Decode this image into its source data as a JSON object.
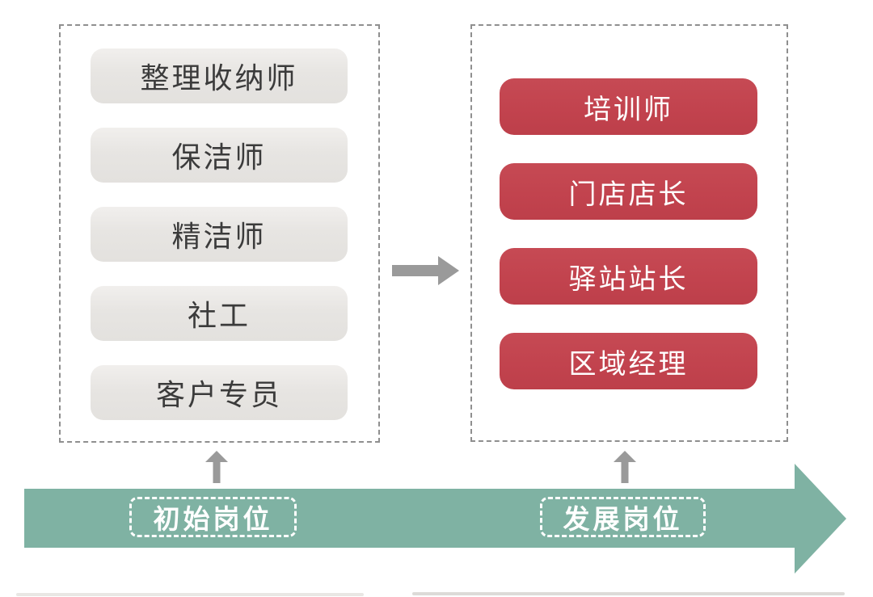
{
  "diagram": {
    "initial": {
      "stage_label": "初始岗位",
      "items": [
        "整理收纳师",
        "保洁师",
        "精洁师",
        "社工",
        "客户专员"
      ]
    },
    "development": {
      "stage_label": "发展岗位",
      "items": [
        "培训师",
        "门店店长",
        "驿站站长",
        "区域经理"
      ]
    }
  },
  "colors": {
    "banner_teal": "#7FB2A3",
    "item_red": "#C2434E",
    "item_gray": "#E7E5E2",
    "arrow_gray": "#9A9A9A",
    "group_dashed_border": "#8F8F8F",
    "item_text_dark": "#3B3B3B",
    "item_text_light": "#FFFFFF"
  }
}
